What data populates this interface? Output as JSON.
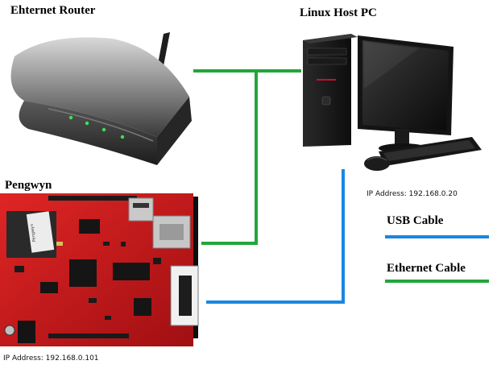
{
  "nodes": {
    "router": {
      "label": "Ehternet Router"
    },
    "host": {
      "label": "Linux Host PC",
      "ip": "IP Address: 192.168.0.20"
    },
    "board": {
      "label": "Pengwyn",
      "ip": "IP Address: 192.168.0.101"
    }
  },
  "legend": {
    "usb": {
      "label": "USB Cable",
      "color": "#1a87e0"
    },
    "ethernet": {
      "label": "Ethernet Cable",
      "color": "#22a63a"
    }
  },
  "icons": {
    "router": "wifi-router-icon",
    "host": "desktop-pc-icon",
    "board": "circuit-board-icon"
  }
}
